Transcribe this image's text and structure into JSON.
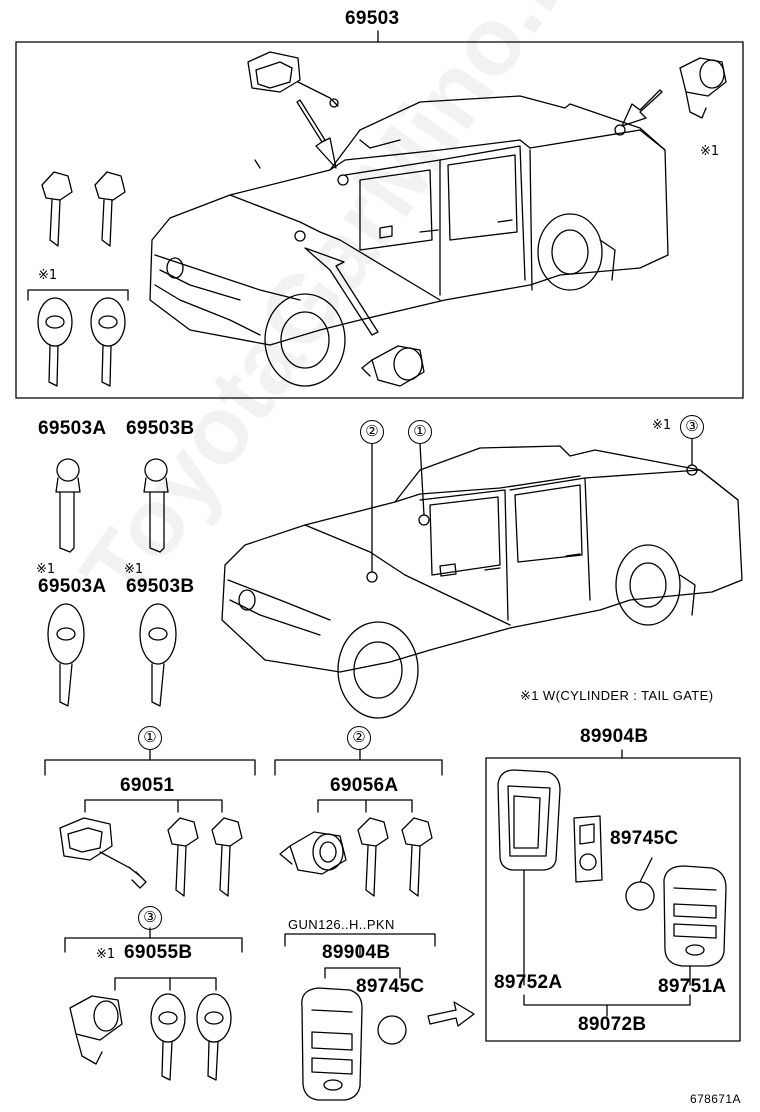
{
  "top_group": {
    "part_number": "69503",
    "note_mark": "※1"
  },
  "middle": {
    "key_a": "69503A",
    "key_b": "69503B",
    "key_a_mark": "※1",
    "key_a2": "69503A",
    "key_b_mark": "※1",
    "key_b2": "69503B",
    "callout_1": "①",
    "callout_2": "②",
    "callout_3": "③",
    "callout_3_mark": "※1",
    "footnote": "※1 W(CYLINDER : TAIL GATE)"
  },
  "group1": {
    "callout": "①",
    "part_number": "69051"
  },
  "group2": {
    "callout": "②",
    "part_number": "69056A"
  },
  "group3": {
    "callout": "③",
    "mark": "※1",
    "part_number": "69055B"
  },
  "group_smartkey": {
    "model_code": "GUN126..H..PKN",
    "part_number": "89904B",
    "battery": "89745C"
  },
  "group_box": {
    "part_number": "89904B",
    "battery": "89745C",
    "case": "89752A",
    "transmitter": "89751A",
    "assembly": "89072B"
  },
  "diagram_code": "678671A",
  "watermark": "ToyotaGarMino.ru"
}
